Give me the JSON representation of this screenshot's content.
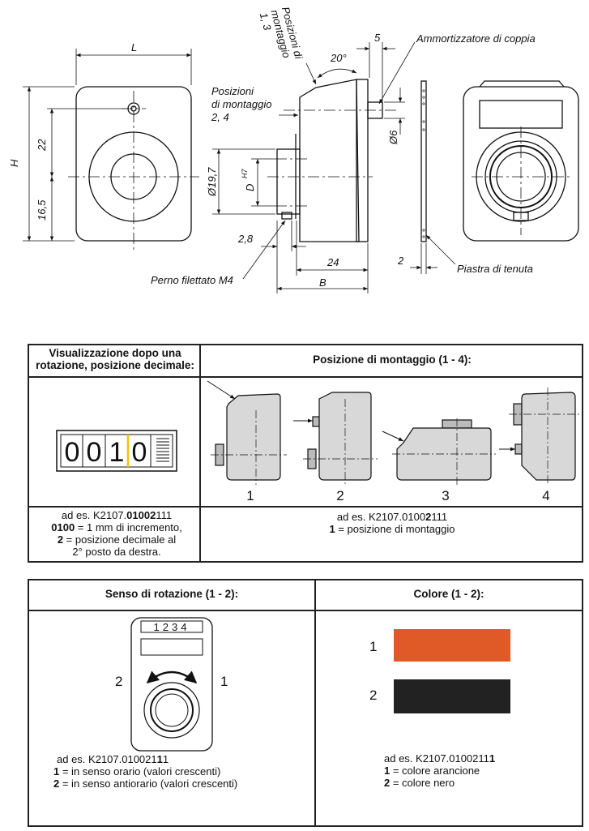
{
  "drawing": {
    "label_L": "L",
    "label_H": "H",
    "dim_22": "22",
    "dim_16_5": "16,5",
    "posizioni_13_l1": "Posizioni di",
    "posizioni_13_l2": "montaggio",
    "posizioni_13_l3": "1, 3",
    "posizioni_24_l1": "Posizioni",
    "posizioni_24_l2": "di montaggio",
    "posizioni_24_l3": "2, 4",
    "angle_20": "20°",
    "dim_5": "5",
    "ammortizzatore": "Ammortizzatore di coppia",
    "dim_6": "Ø6",
    "dim_19_7": "Ø19,7",
    "dim_D": "D",
    "dim_D_sup": "H7",
    "dim_2_8": "2,8",
    "dim_24": "24",
    "dim_B": "B",
    "dim_2": "2",
    "perno": "Perno filettato M4",
    "piastra": "Piastra di tenuta"
  },
  "table1": {
    "left_header": "Visualizzazione dopo una rotazione, posizione decimale:",
    "right_header": "Posizione di montaggio (1 - 4):",
    "counter_digits": [
      "0",
      "0",
      "1",
      "0"
    ],
    "positions": [
      "1",
      "2",
      "3",
      "4"
    ],
    "left_note": {
      "l1a": "ad es. K2107.",
      "l1b": "01002",
      "l1c": "111",
      "l2a": "0100",
      "l2b": " = 1 mm di incremento,",
      "l3a": "2",
      "l3b": " = posizione decimale al",
      "l4": "2° posto da destra."
    },
    "right_note": {
      "l1a": "ad es.  K2107.0100",
      "l1b": "2",
      "l1c": "111",
      "l2a": "1",
      "l2b": " = posizione di montaggio"
    }
  },
  "table2": {
    "left_header": "Senso di rotazione (1 - 2):",
    "right_header": "Colore (1 - 2):",
    "dial_digits": "1234",
    "dir_left": "2",
    "dir_right": "1",
    "left_note": {
      "l1a": "ad es.  K2107.010021",
      "l1b": "1",
      "l1c": "1",
      "l2a": "1",
      "l2b": " = in senso orario (valori crescenti)",
      "l3a": "2",
      "l3b": " = in senso antiorario (valori crescenti)"
    },
    "colors": [
      {
        "num": "1",
        "hex": "#e05a28"
      },
      {
        "num": "2",
        "hex": "#222222"
      }
    ],
    "right_note": {
      "l1a": "ad es.  K2107.0100211",
      "l1b": "1",
      "l2a": "1",
      "l2b": " = colore arancione",
      "l3a": "2",
      "l3b": " = colore nero"
    }
  }
}
